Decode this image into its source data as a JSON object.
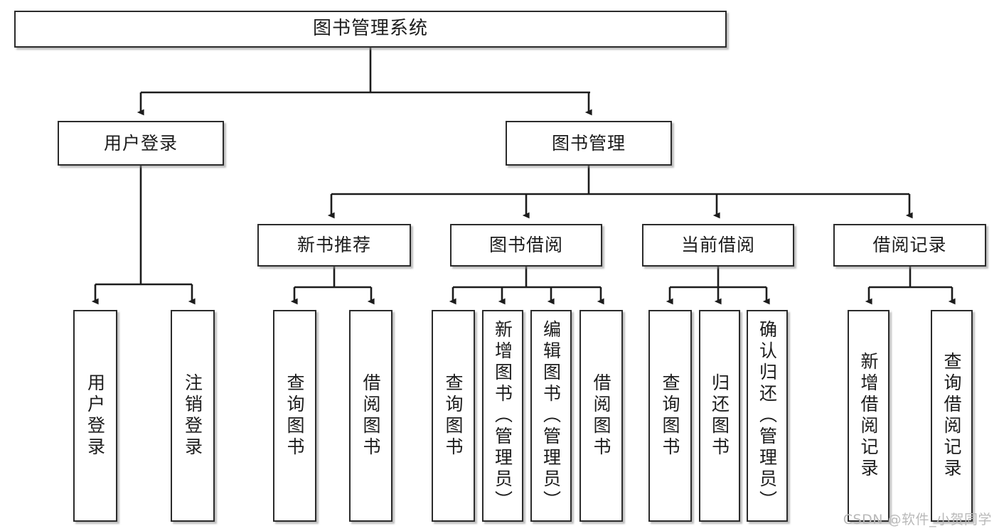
{
  "diagram": {
    "title": "图书管理系统",
    "type": "tree",
    "watermark": "CSDN @软件_小贺同学",
    "colors": {
      "box_border": "#2b2b2b",
      "box_fill": "#ffffff",
      "connector": "#1c1c1c",
      "watermark": "#b9b9b9"
    },
    "nodes": {
      "root": {
        "label": "图书管理系统"
      },
      "level2": [
        {
          "id": "user-login",
          "label": "用户登录"
        },
        {
          "id": "book-manage",
          "label": "图书管理"
        }
      ],
      "level3": [
        {
          "id": "new-book-recommend",
          "label": "新书推荐"
        },
        {
          "id": "book-borrow",
          "label": "图书借阅"
        },
        {
          "id": "current-borrow",
          "label": "当前借阅"
        },
        {
          "id": "borrow-record",
          "label": "借阅记录"
        }
      ],
      "leaves": [
        {
          "id": "leaf-user-login",
          "label": "用户登录",
          "parent": "user-login"
        },
        {
          "id": "leaf-logout",
          "label": "注销登录",
          "parent": "user-login"
        },
        {
          "id": "leaf-query-book-1",
          "label": "查询图书",
          "parent": "new-book-recommend"
        },
        {
          "id": "leaf-borrow-book-1",
          "label": "借阅图书",
          "parent": "new-book-recommend"
        },
        {
          "id": "leaf-query-book-2",
          "label": "查询图书",
          "parent": "book-borrow"
        },
        {
          "id": "leaf-add-book",
          "label": "新增图书（管理员）",
          "parent": "book-borrow"
        },
        {
          "id": "leaf-edit-book",
          "label": "编辑图书（管理员）",
          "parent": "book-borrow"
        },
        {
          "id": "leaf-borrow-book-2",
          "label": "借阅图书",
          "parent": "book-borrow"
        },
        {
          "id": "leaf-query-book-3",
          "label": "查询图书",
          "parent": "current-borrow"
        },
        {
          "id": "leaf-return-book",
          "label": "归还图书",
          "parent": "current-borrow"
        },
        {
          "id": "leaf-confirm-return",
          "label": "确认归还（管理员）",
          "parent": "current-borrow"
        },
        {
          "id": "leaf-add-record",
          "label": "新增借阅记录",
          "parent": "borrow-record"
        },
        {
          "id": "leaf-query-record",
          "label": "查询借阅记录",
          "parent": "borrow-record"
        }
      ]
    }
  }
}
